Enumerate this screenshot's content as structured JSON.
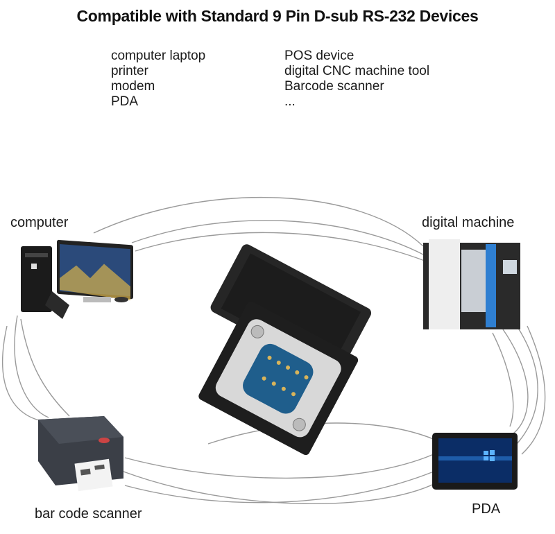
{
  "title": "Compatible with Standard 9 Pin D-sub RS-232 Devices",
  "compatible_devices": {
    "left_column": [
      "computer laptop",
      "printer",
      "modem",
      "PDA"
    ],
    "right_column": [
      "POS device",
      "digital CNC machine tool",
      "Barcode scanner",
      "..."
    ]
  },
  "diagram": {
    "center_item": "9 pin D-sub RS-232 right angle adapter",
    "nodes": {
      "computer": {
        "label": "computer",
        "icon": "desktop-computer-icon"
      },
      "digital_machine": {
        "label": "digital machine",
        "icon": "cnc-machine-icon"
      },
      "bar_code_scanner": {
        "label": "bar code scanner",
        "icon": "label-printer-icon"
      },
      "pda": {
        "label": "PDA",
        "icon": "tablet-icon"
      }
    }
  },
  "colors": {
    "connector_body": "#1e1e1e",
    "connector_metal": "#d8d8d8",
    "connector_insert": "#1f5e8c",
    "cable_lines": "#9a9a9a",
    "cnc_accent": "#2f7fd1"
  }
}
